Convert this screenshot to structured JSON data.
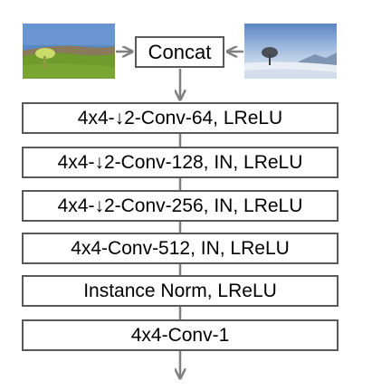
{
  "concat_label": "Concat",
  "layers": [
    "4x4-↓2-Conv-64, LReLU",
    "4x4-↓2-Conv-128, IN, LReLU",
    "4x4-↓2-Conv-256, IN, LReLU",
    "4x4-Conv-512, IN, LReLU",
    "Instance Norm, LReLU",
    "4x4-Conv-1"
  ],
  "colors": {
    "stroke": "#595959",
    "arrow": "#7f7f7f"
  },
  "icons": [
    "input-image-cartoon",
    "input-image-winter-photo"
  ]
}
